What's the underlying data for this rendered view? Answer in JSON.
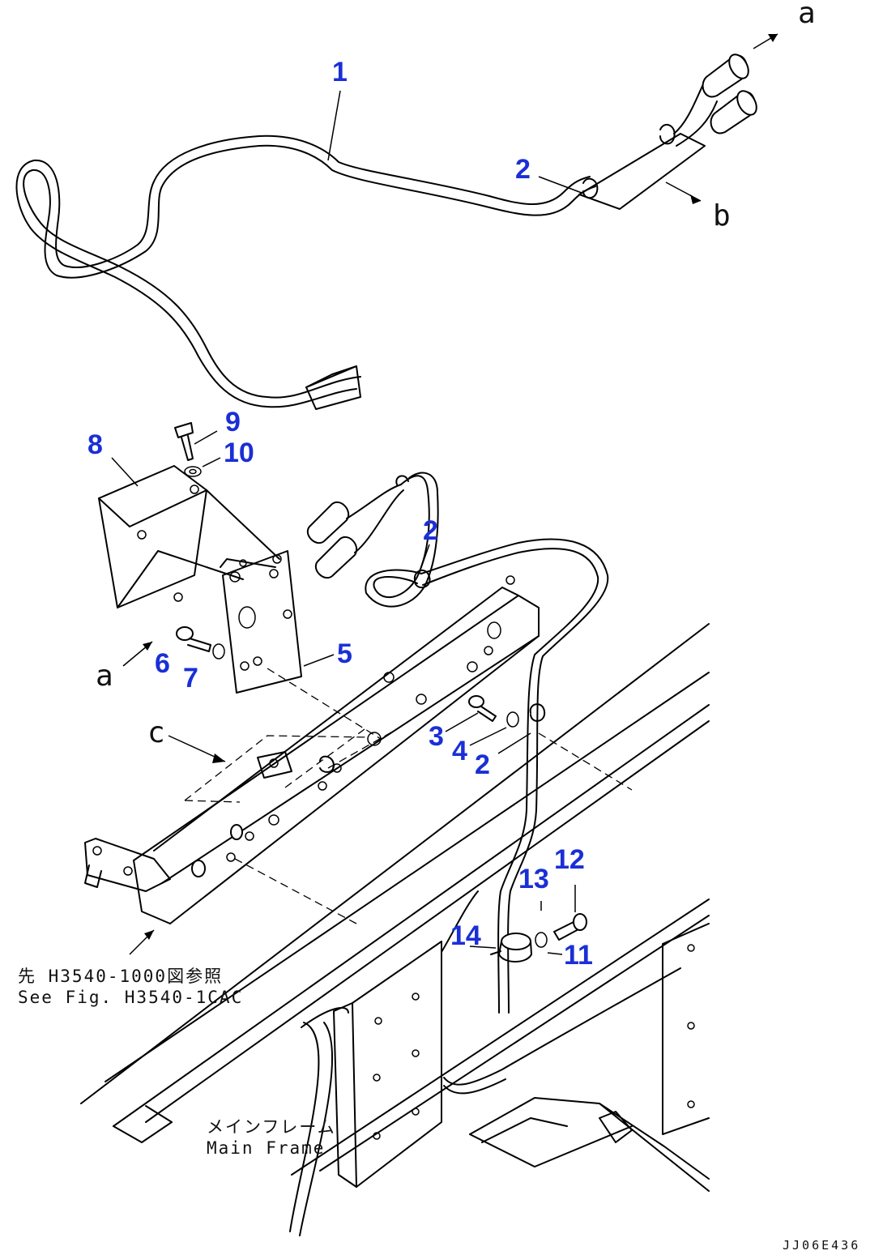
{
  "diagram": {
    "part_labels": [
      "1",
      "2",
      "2",
      "2",
      "3",
      "4",
      "5",
      "6",
      "7",
      "8",
      "9",
      "10",
      "11",
      "12",
      "13",
      "14"
    ],
    "reference_letters": {
      "a_top": "a",
      "b_top": "b",
      "a_left": "a",
      "c_left": "c"
    },
    "notes": {
      "see_fig_jp": "先 H3540-1000図参照",
      "see_fig_en": "See Fig. H3540-1CAC",
      "main_frame_jp": "メインフレーム",
      "main_frame_en": "Main Frame"
    },
    "drawing_number": "JJ06E436",
    "colors": {
      "part_number": "#1a2fd6",
      "line": "#000000"
    }
  }
}
